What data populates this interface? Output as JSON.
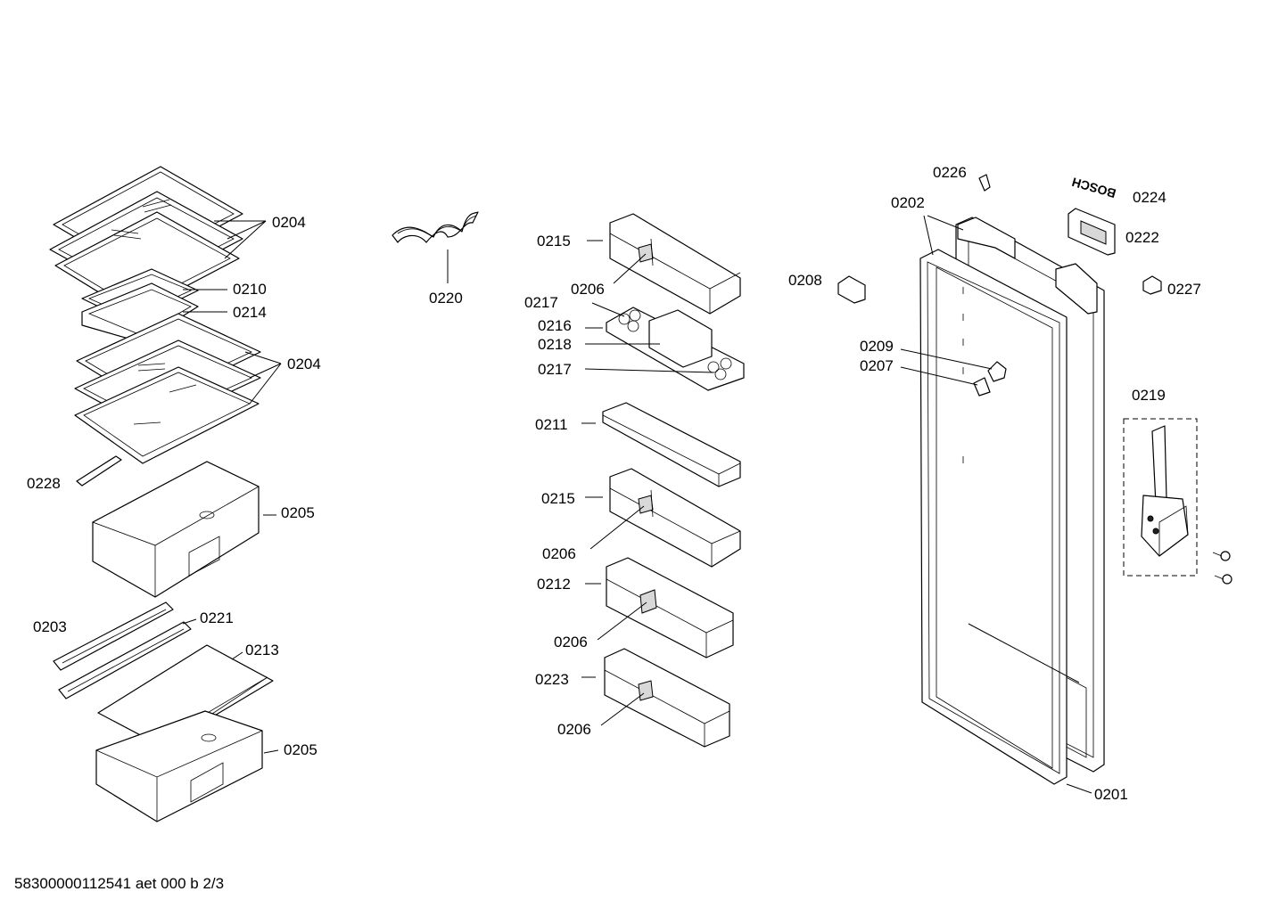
{
  "diagram": {
    "labels": {
      "c0204a": "0204",
      "c0210": "0210",
      "c0214": "0214",
      "c0204b": "0204",
      "c0228": "0228",
      "c0205a": "0205",
      "c0203": "0203",
      "c0221": "0221",
      "c0213": "0213",
      "c0205b": "0205",
      "c0220": "0220",
      "c0215a": "0215",
      "c0206a": "0206",
      "c0217a": "0217",
      "c0216": "0216",
      "c0218": "0218",
      "c0217b": "0217",
      "c0211": "0211",
      "c0215b": "0215",
      "c0206b": "0206",
      "c0212": "0212",
      "c0206c": "0206",
      "c0223": "0223",
      "c0206d": "0206",
      "c0226": "0226",
      "c0202": "0202",
      "c0224": "0224",
      "c0222": "0222",
      "c0208": "0208",
      "c0227": "0227",
      "c0209": "0209",
      "c0207": "0207",
      "c0219": "0219",
      "c0201": "0201"
    },
    "brand_mark": "BOSCH",
    "footer": "58300000112541 aet 000 b 2/3"
  }
}
